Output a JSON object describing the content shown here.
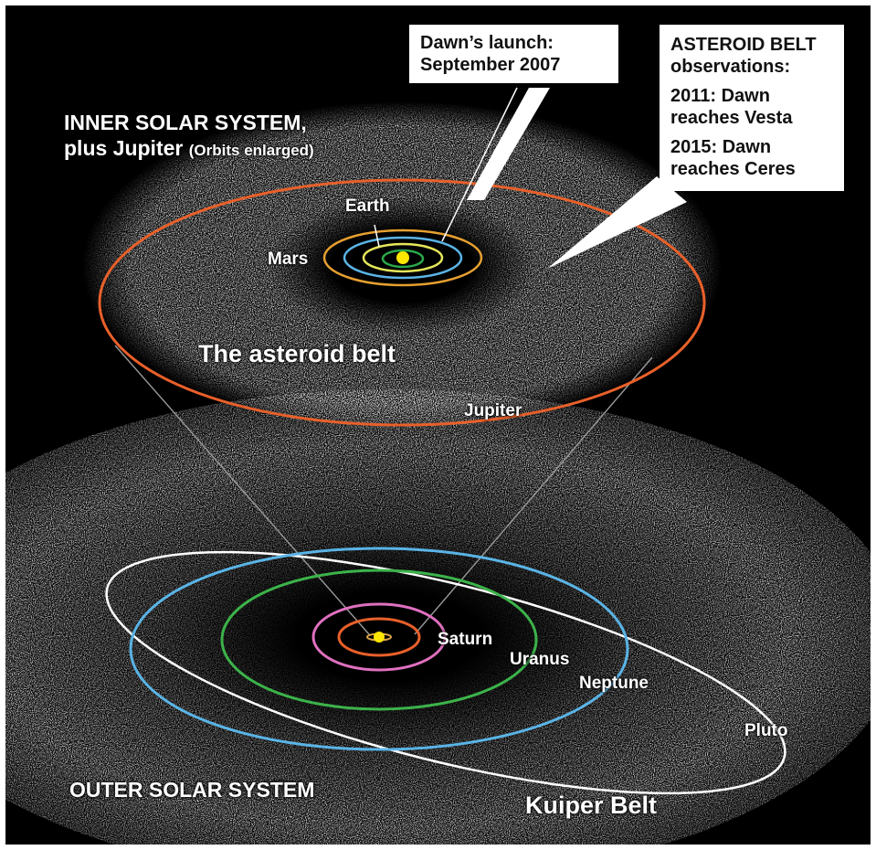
{
  "inner": {
    "title_line1": "INNER SOLAR SYSTEM,",
    "title_line2": "plus Jupiter",
    "title_note": "(Orbits enlarged)",
    "belt_label": "The asteroid belt",
    "planets": {
      "earth": "Earth",
      "mars": "Mars",
      "jupiter": "Jupiter"
    }
  },
  "outer": {
    "title": "OUTER SOLAR SYSTEM",
    "kuiper_label": "Kuiper Belt",
    "planets": {
      "saturn": "Saturn",
      "uranus": "Uranus",
      "neptune": "Neptune",
      "pluto": "Pluto"
    }
  },
  "callouts": {
    "launch": {
      "line1": "Dawn’s launch:",
      "line2": "September 2007"
    },
    "belt": {
      "heading_line1": "ASTEROID BELT",
      "heading_line2": "observations:",
      "item1_line1": "2011: Dawn",
      "item1_line2": "reaches Vesta",
      "item2_line1": "2015: Dawn",
      "item2_line2": "reaches Ceres"
    }
  },
  "colors": {
    "sun": "#ffe600",
    "mercury_orbit": "#2aa84a",
    "venus_orbit": "#e6e65a",
    "earth_orbit": "#5ab4e6",
    "mars_orbit": "#e6a030",
    "jupiter_orbit": "#e8602a",
    "saturn_orbit": "#e8602a",
    "uranus_orbit": "#e070c0",
    "neptune_orbit": "#3cb34a",
    "outer_blue_orbit": "#5ab4e6",
    "pluto_orbit": "#ffffff"
  }
}
